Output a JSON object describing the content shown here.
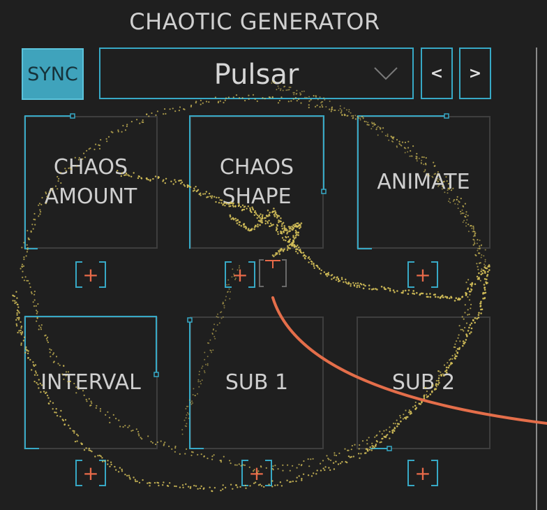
{
  "title": "CHAOTIC GENERATOR",
  "sync_label": "SYNC",
  "preset": {
    "name": "Pulsar",
    "dropdown_icon": "chevron-down-icon"
  },
  "nav": {
    "prev": "<",
    "next": ">"
  },
  "knobs": [
    {
      "label": "CHAOS\nAMOUNT"
    },
    {
      "label": "CHAOS\nSHAPE"
    },
    {
      "label": "ANIMATE"
    },
    {
      "label": "INTERVAL"
    },
    {
      "label": "SUB 1"
    },
    {
      "label": "SUB 2"
    }
  ],
  "mod_plus": "+",
  "colors": {
    "accent": "#37a9c6",
    "sync_bg": "#3fa3bc",
    "mod_plus": "#e86a49",
    "cable": "#e46e4a",
    "chaos_dots": "#d8c35a",
    "background": "#1f1f1f"
  }
}
